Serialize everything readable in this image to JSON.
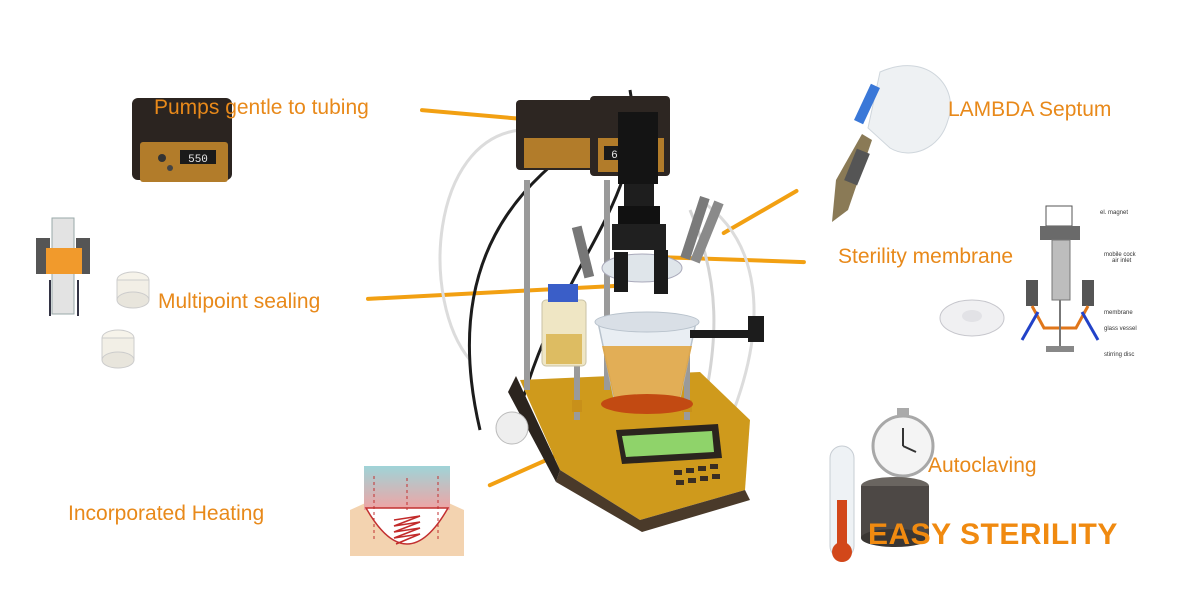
{
  "labels": {
    "pumps": "Pumps gentle to tubing",
    "septum": "LAMBDA Septum",
    "multipoint": "Multipoint sealing",
    "membrane": "Sterility membrane",
    "heating": "Incorporated Heating",
    "autoclaving": "Autoclaving"
  },
  "easy_sterility": "EASY STERILITY",
  "pump_display": "550",
  "controller_display": "600",
  "diagram_labels": {
    "magnet": "el. magnet",
    "cock": "mobile cock",
    "air": "air inlet",
    "membrane": "membrane",
    "vessel": "glass vessel",
    "disc": "stirring disc"
  },
  "colors": {
    "label": "#e8891a",
    "callout": "#f2a012",
    "device_gold": "#d9a21a",
    "lcd": "#8fd36a"
  }
}
